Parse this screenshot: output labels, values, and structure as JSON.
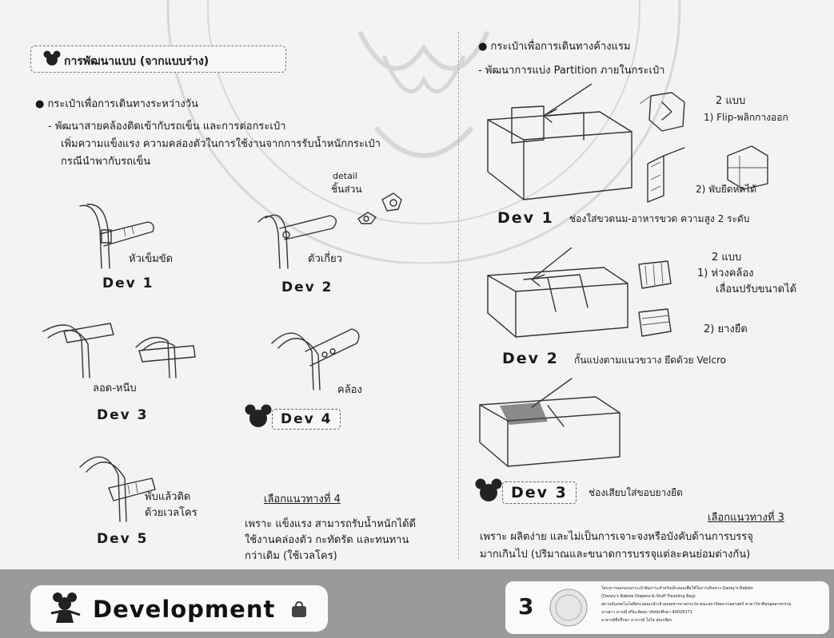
{
  "left": {
    "section_title": "การพัฒนาแบบ (จากแบบร่าง)",
    "bullet": "กระเป๋าเพื่อการเดินทางระหว่างวัน",
    "desc_line1": "- พัฒนาสายคล้องติดเข้ากับรถเข็น และการต่อกระเป๋า",
    "desc_line2": "เพิ่มความแข็งแรง ความคล่องตัวในการใช้งานจากการรับน้ำหนักกระเป๋า",
    "desc_line3": "กรณีนำพากับรถเข็น",
    "detail_label1": "detail",
    "detail_label2": "ชิ้นส่วน",
    "devs": [
      {
        "name": "Dev 1",
        "caption": "หัวเข็มขัด"
      },
      {
        "name": "Dev 2",
        "caption": "ตัวเกี่ยว"
      },
      {
        "name": "Dev 3",
        "caption": "ลอด-หนีบ"
      },
      {
        "name": "Dev 4",
        "caption": "คล้อง"
      },
      {
        "name": "Dev 5",
        "caption_line1": "พับแล้วติด",
        "caption_line2": "ด้วยเวลโคร"
      }
    ],
    "choice": "เลือกแนวทางที่ 4",
    "reason_line1": "เพราะ แข็งแรง สามารถรับน้ำหนักได้ดี",
    "reason_line2": "ใช้งานคล่องตัว กะทัดรัด และทนทาน",
    "reason_line3": "กว่าเดิม (ใช้เวลโคร)"
  },
  "right": {
    "bullet": "กระเป๋าเพื่อการเดินทางค้างแรม",
    "desc": "- พัฒนาการแบ่ง Partition ภายในกระเป๋า",
    "dev1": {
      "name": "Dev 1",
      "caption": "ช่องใส่ขวดนม-อาหารขวด ความสูง 2 ระดับ",
      "option_count": "2 แบบ",
      "option1": "1) Flip-พลิกกางออก",
      "option2": "2) พับยืดหดได้"
    },
    "dev2": {
      "name": "Dev 2",
      "caption": "กั้นแบ่งตามแนวขวาง ยึดด้วย Velcro",
      "option_count": "2 แบบ",
      "option1_line1": "1) ห่วงคล้อง",
      "option1_line2": "เลื่อนปรับขนาดได้",
      "option2": "2) ยางยืด"
    },
    "dev3": {
      "name": "Dev 3",
      "caption": "ช่องเสียบใส่ขอบยางยืด"
    },
    "choice": "เลือกแนวทางที่ 3",
    "reason_line1": "เพราะ ผลิตง่าย และไม่เป็นการเจาะจงหรือบังคับด้านการบรรจุ",
    "reason_line2": "มากเกินไป (ปริมาณและขนาดการบรรจุแต่ละคนย่อมต่างกัน)"
  },
  "footer": {
    "section_label": "Development",
    "page_number": "3",
    "info_line1": "โครงการออกแบบกระเป๋าสัมภาระสำหรับเด็กอ่อนเพื่อใช้ในการเดินทาง Daney's Babies",
    "info_line2": "(Daney's Babies Diapers-&-Stuff Traveling Bag)",
    "info_line3": "สถานบันเทคโนโลยีพระจอมเกล้าเจ้าคุณทหารลาดกระบัง คณะสถาปัตยกรรมศาสตร์ สาขาวิชาศิลปอุตสาหกรรม",
    "info_line4": "นางสาว ดารณี ศรีมะลิทอง  รหัสนักศึกษา  40026371",
    "info_line5": "อาจารย์ที่ปรึกษา อาจารย์ ใจใส สุขเกษียร"
  }
}
